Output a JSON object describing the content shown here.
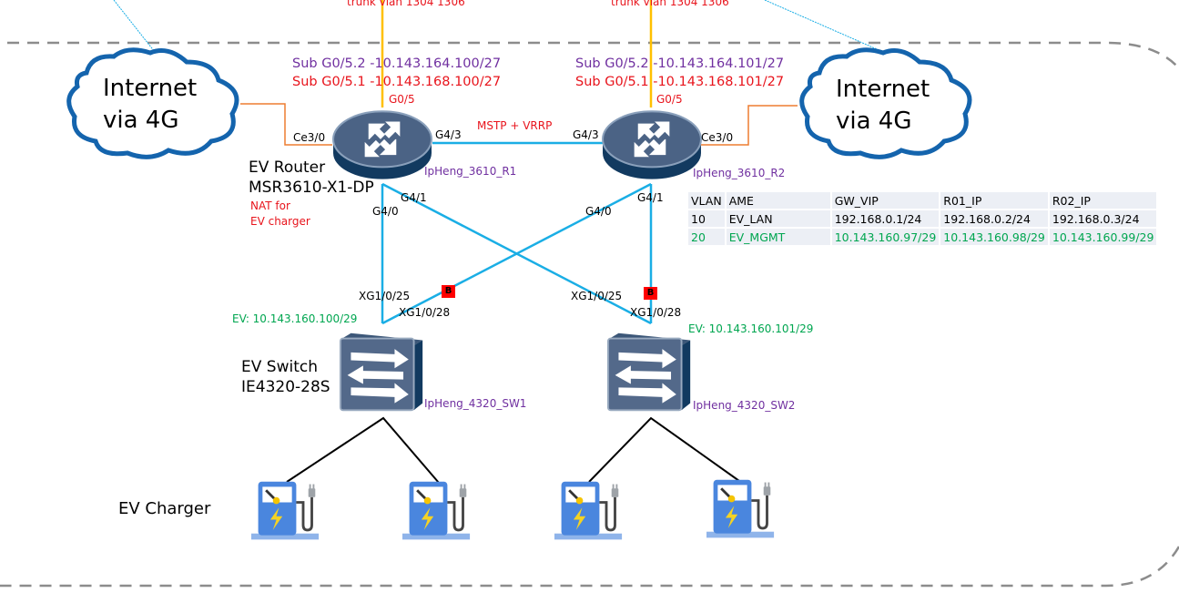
{
  "title": "EV Charger Network Topology",
  "uplinks": {
    "left_trunk": "trunk vlan 1304 1306",
    "right_trunk": "trunk vlan 1304 1306"
  },
  "clouds": [
    {
      "line1": "Internet",
      "line2": "via 4G"
    },
    {
      "line1": "Internet",
      "line2": "via 4G"
    }
  ],
  "routers": [
    {
      "name": "IpHeng_3610_R1",
      "sub2": "Sub G0/5.2 -10.143.164.100/27",
      "sub1": "Sub G0/5.1 -10.143.168.100/27",
      "g05": "G0/5",
      "ce": "Ce3/0",
      "g43": "G4/3",
      "g40": "G4/0",
      "g41": "G4/1",
      "label1": "EV Router",
      "label2": "MSR3610-X1-DP",
      "note1": "NAT for",
      "note2": "EV charger"
    },
    {
      "name": "IpHeng_3610_R2",
      "sub2": "Sub G0/5.2 -10.143.164.101/27",
      "sub1": "Sub G0/5.1 -10.143.168.101/27",
      "g05": "G0/5",
      "ce": "Ce3/0",
      "g43": "G4/3",
      "g40": "G4/0",
      "g41": "G4/1"
    }
  ],
  "interlink": "MSTP + VRRP",
  "switches": [
    {
      "name": "IpHeng_4320_SW1",
      "ip": "EV: 10.143.160.100/29",
      "p25": "XG1/0/25",
      "p28": "XG1/0/28",
      "label1": "EV Switch",
      "label2": "IE4320-28S",
      "blocked": "B"
    },
    {
      "name": "IpHeng_4320_SW2",
      "ip": "EV: 10.143.160.101/29",
      "p25": "XG1/0/25",
      "p28": "XG1/0/28",
      "blocked": "B"
    }
  ],
  "charger_label": "EV Charger",
  "vlan_table": {
    "headers": [
      "VLAN",
      "AME",
      "GW_VIP",
      "R01_IP",
      "R02_IP"
    ],
    "rows": [
      [
        "10",
        "EV_LAN",
        "192.168.0.1/24",
        "192.168.0.2/24",
        "192.168.0.3/24"
      ],
      [
        "20",
        "EV_MGMT",
        "10.143.160.97/29",
        "10.143.160.98/29",
        "10.143.160.99/29"
      ]
    ]
  },
  "colors": {
    "link": "#1aaee5",
    "trunk": "#ffc000",
    "wan": "#ed7d31",
    "red_text": "#e8141c",
    "purple_text": "#7030a0",
    "green_text": "#00a650",
    "cloud": "#1464ad",
    "device": "#4a6587"
  }
}
